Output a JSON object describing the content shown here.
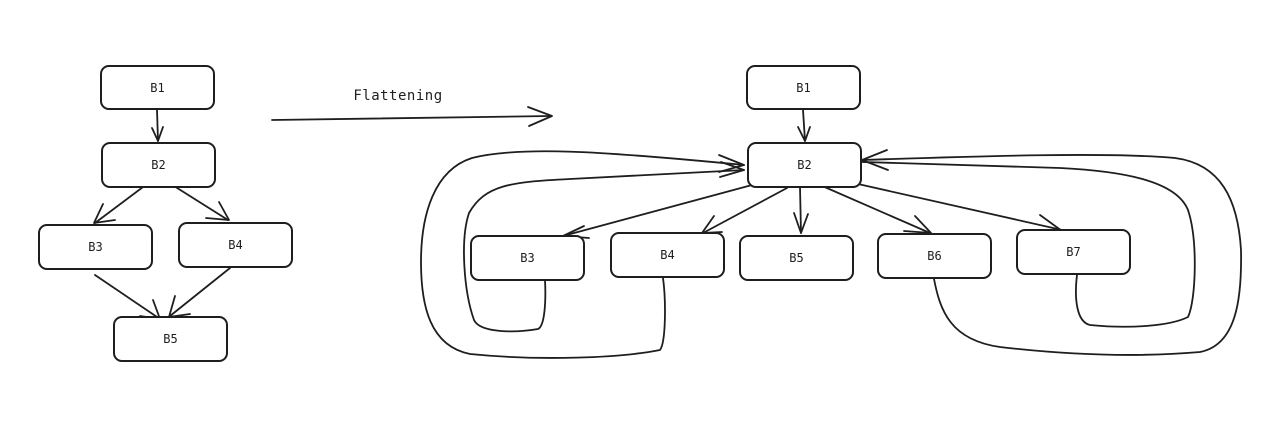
{
  "before": {
    "nodes": {
      "b1": "B1",
      "b2": "B2",
      "b3": "B3",
      "b4": "B4",
      "b5": "B5"
    }
  },
  "transform": {
    "label": "Flattening"
  },
  "after": {
    "nodes": {
      "b1": "B1",
      "b2": "B2",
      "b3": "B3",
      "b4": "B4",
      "b5": "B5",
      "b6": "B6",
      "b7": "B7"
    }
  },
  "colors": {
    "stroke": "#1e1e1e",
    "background": "#ffffff"
  }
}
